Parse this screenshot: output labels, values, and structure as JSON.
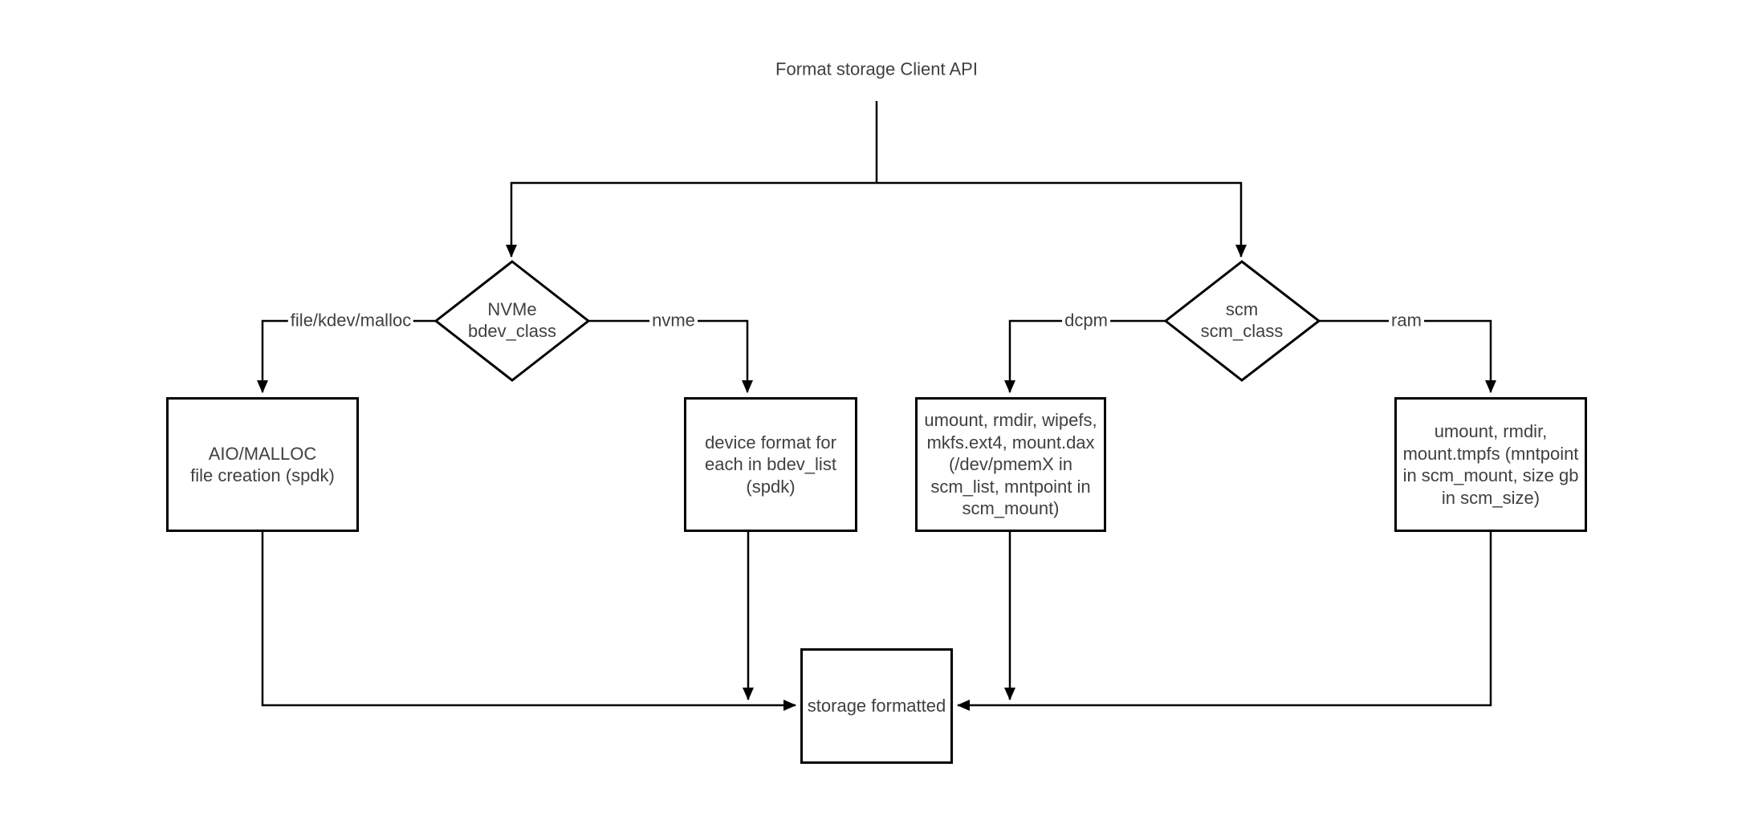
{
  "diagram": {
    "title": "Format storage Client API",
    "nodes": {
      "nvme_decision": "NVMe\nbdev_class",
      "scm_decision": "scm\nscm_class",
      "aio_malloc": "AIO/MALLOC\nfile creation (spdk)",
      "device_format": "device format for\neach in bdev_list\n(spdk)",
      "dcpm_actions": "umount, rmdir, wipefs,\nmkfs.ext4, mount.dax\n(/dev/pmemX in\nscm_list, mntpoint in\nscm_mount)",
      "ram_actions": "umount, rmdir,\nmount.tmpfs (mntpoint\nin scm_mount, size gb\nin scm_size)",
      "storage_formatted": "storage formatted"
    },
    "edge_labels": {
      "file": "file/kdev/malloc",
      "nvme": "nvme",
      "dcpm": "dcpm",
      "ram": "ram"
    },
    "colors": {
      "stroke": "#000000",
      "text": "#404040",
      "background": "#ffffff"
    }
  }
}
